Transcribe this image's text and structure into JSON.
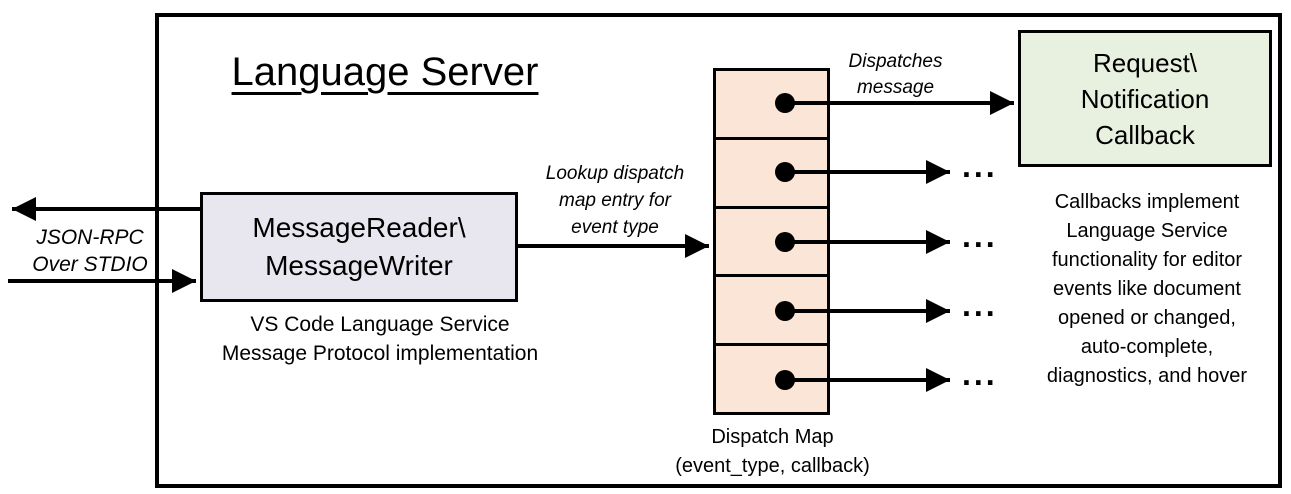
{
  "diagram": {
    "title": "Language Server",
    "io_label": "JSON-RPC\nOver STDIO",
    "reader_box": "MessageReader\\\nMessageWriter",
    "reader_caption": "VS Code Language Service\nMessage Protocol implementation",
    "lookup_label": "Lookup dispatch\nmap entry for\nevent type",
    "dispatch_label": "Dispatches\nmessage",
    "callback_box": "Request\\\nNotification\nCallback",
    "map_caption": "Dispatch Map\n(event_type, callback)",
    "note": "Callbacks implement\nLanguage Service\nfunctionality for editor\nevents like document\nopened or changed,\nauto-complete,\ndiagnostics, and hover",
    "ellipsis": "...",
    "colors": {
      "dispatch_cell_fill": "#fbe5d6",
      "reader_fill": "#e8e7ef",
      "callback_fill": "#e8f0e0",
      "line": "#000000",
      "background": "#ffffff"
    }
  }
}
